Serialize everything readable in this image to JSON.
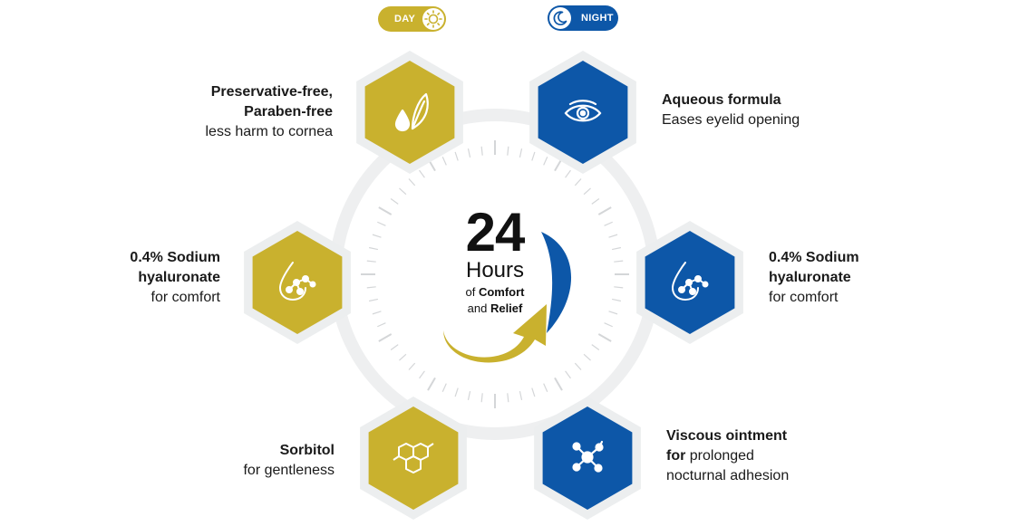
{
  "toggles": {
    "day": {
      "label": "DAY",
      "icon": "sun-icon",
      "color": "#c9b12e"
    },
    "night": {
      "label": "NIGHT",
      "icon": "moon-icon",
      "color": "#0d57a8"
    }
  },
  "center": {
    "number": "24",
    "unit": "Hours",
    "line1_prefix": "of",
    "line1_emphasis": "Comfort",
    "line2_prefix": "and",
    "line2_emphasis": "Relief"
  },
  "features": {
    "day_top": {
      "title_line1": "Preservative-free,",
      "title_line2": "Paraben-free",
      "desc": "less harm to cornea",
      "icon": "leaf-drop-icon"
    },
    "day_middle": {
      "title_line1": "0.4% Sodium",
      "title_line2": "hyaluronate",
      "desc": "for comfort",
      "icon": "molecule-drop-icon"
    },
    "day_bottom": {
      "title": "Sorbitol",
      "desc": "for gentleness",
      "icon": "hexagon-structure-icon"
    },
    "night_top": {
      "title": "Aqueous formula",
      "desc": "Eases eyelid opening",
      "icon": "eye-icon"
    },
    "night_middle": {
      "title_line1": "0.4% Sodium",
      "title_line2": "hyaluronate",
      "desc": "for comfort",
      "icon": "molecule-drop-icon"
    },
    "night_bottom": {
      "title": "Viscous ointment",
      "desc_emphasis": "for",
      "desc_line1": "prolonged",
      "desc_line2": "nocturnal adhesion",
      "icon": "molecule-network-icon"
    }
  },
  "colors": {
    "day": "#c9b12e",
    "night": "#0d57a8",
    "ring": "#eeeff0",
    "hex_outer": "#eceeef",
    "tick": "#d4d6d8"
  }
}
